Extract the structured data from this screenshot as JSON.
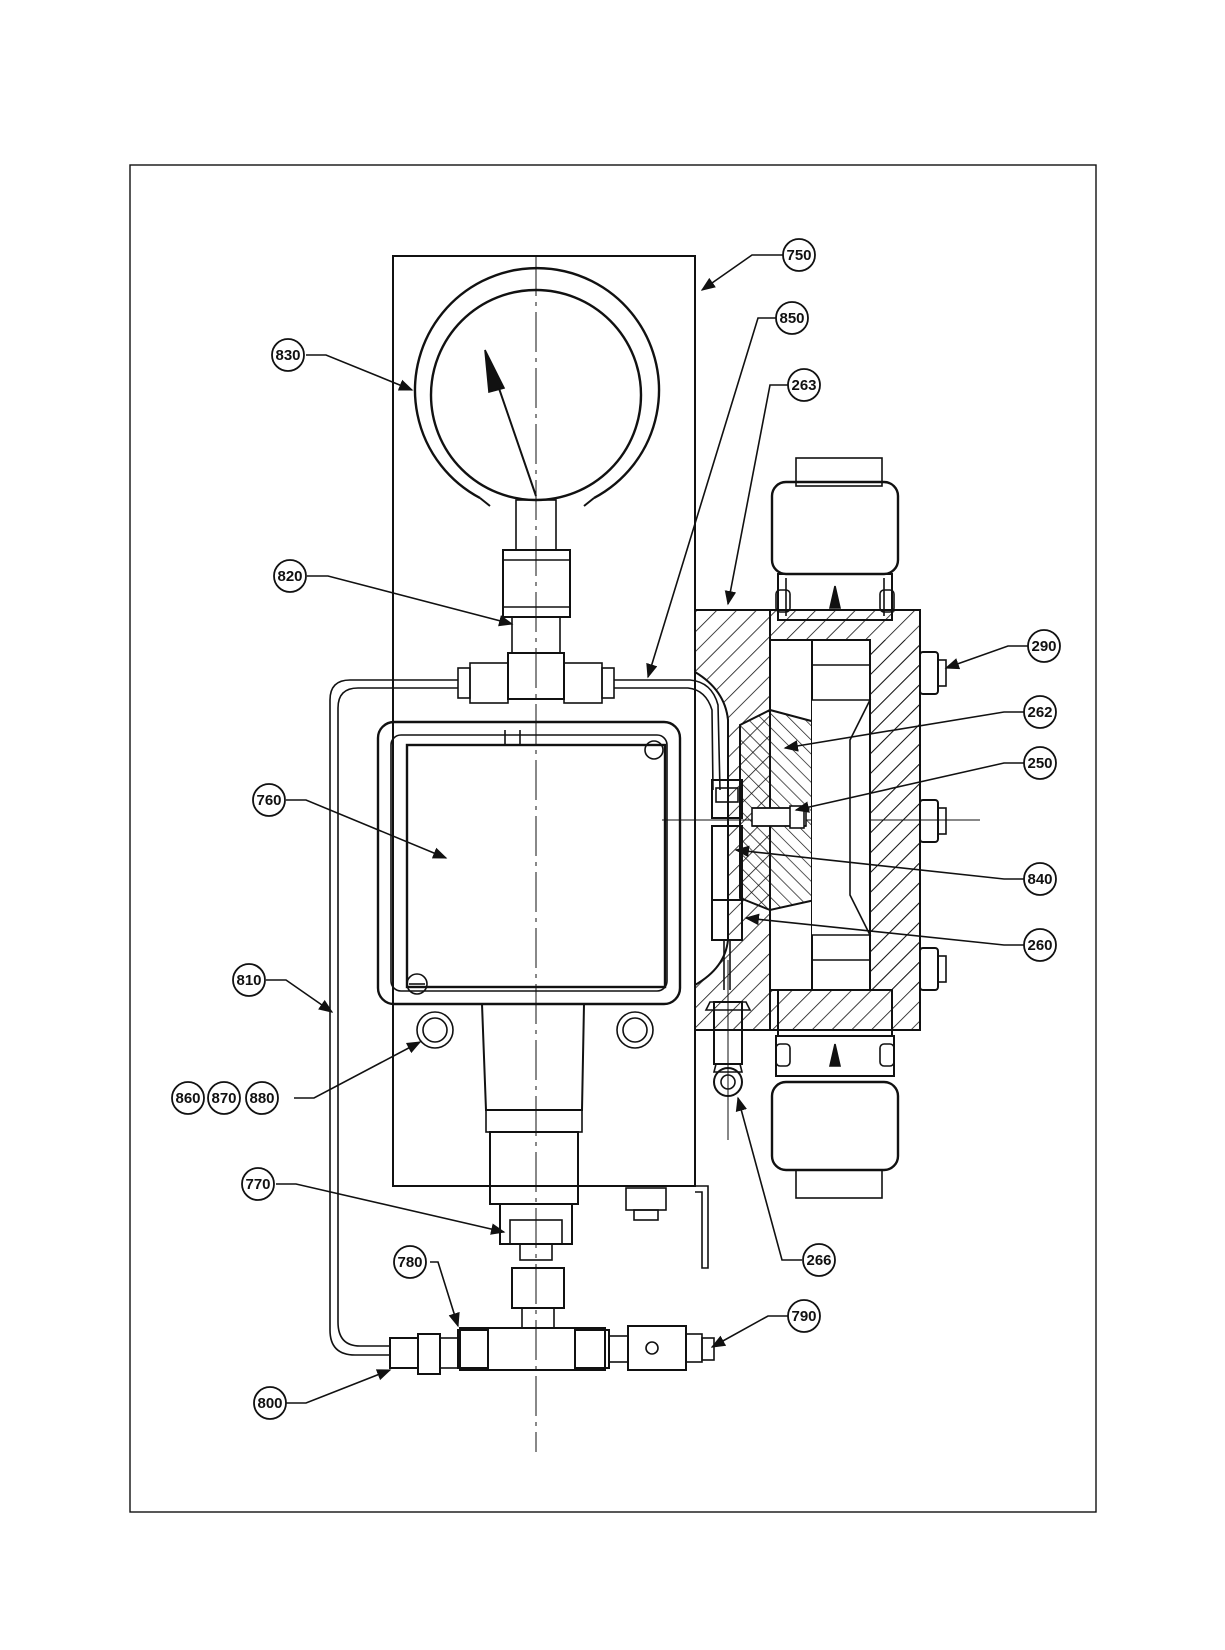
{
  "callouts": {
    "c750": "750",
    "c850": "850",
    "c263": "263",
    "c830": "830",
    "c820": "820",
    "c290": "290",
    "c262": "262",
    "c250": "250",
    "c760": "760",
    "c840": "840",
    "c260": "260",
    "c810": "810",
    "c860": "860",
    "c870": "870",
    "c880": "880",
    "c770": "770",
    "c266": "266",
    "c780": "780",
    "c790": "790",
    "c800": "800"
  },
  "colors": {
    "ink": "#111111",
    "paper": "#ffffff"
  }
}
